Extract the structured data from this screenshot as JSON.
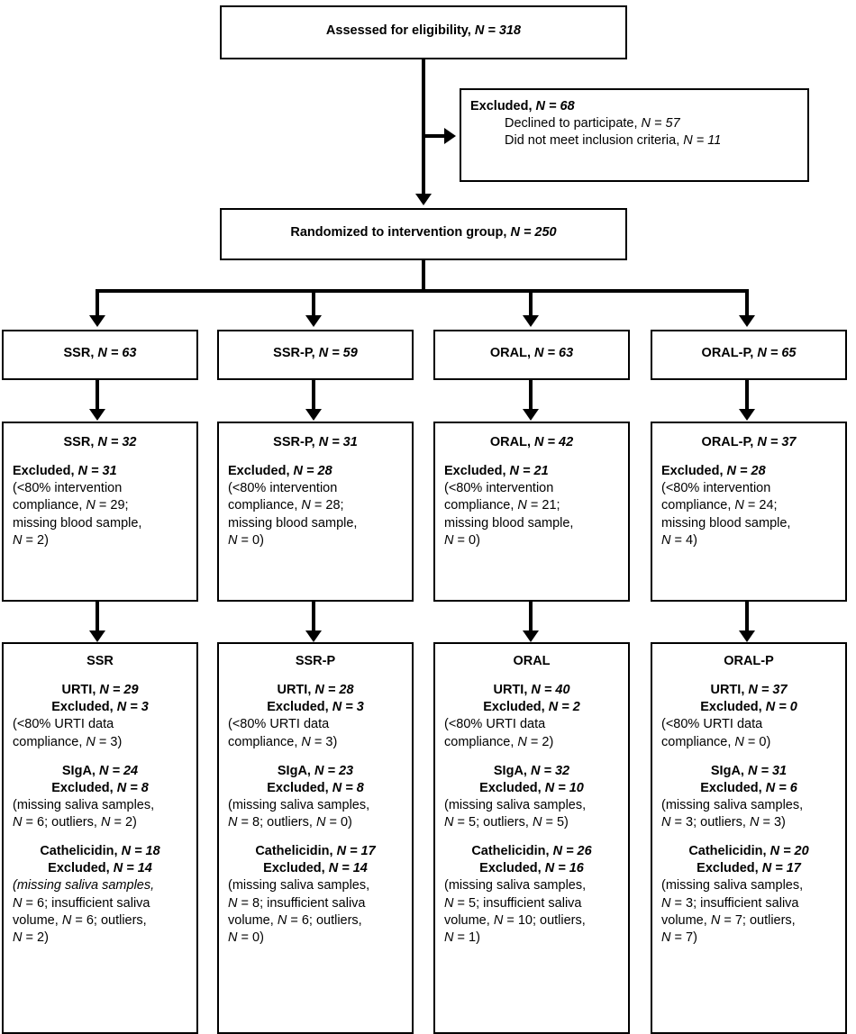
{
  "diagram": {
    "type": "consort-flow-diagram",
    "top": {
      "label": "Assessed for eligibility",
      "n": "N = 318"
    },
    "excluded_top": {
      "title": "Excluded",
      "title_n": "N = 68",
      "reasons": [
        {
          "label": "Declined to participate",
          "n": "N = 57"
        },
        {
          "label": "Did not meet inclusion criteria",
          "n": "N = 11"
        }
      ]
    },
    "randomized": {
      "label": "Randomized to intervention group",
      "n": "N = 250"
    },
    "groups_row1": [
      {
        "label": "SSR",
        "n": "N = 63"
      },
      {
        "label": "SSR-P",
        "n": "N = 59"
      },
      {
        "label": "ORAL",
        "n": "N = 63"
      },
      {
        "label": "ORAL-P",
        "n": "N = 65"
      }
    ],
    "groups_row2": [
      {
        "label": "SSR",
        "n": "N = 32",
        "excluded_title": "Excluded",
        "excluded_n": "N = 31",
        "detail_lines": [
          "(<80% intervention",
          "compliance, N = 29;",
          "missing blood sample,",
          "N = 2)"
        ]
      },
      {
        "label": "SSR-P",
        "n": "N = 31",
        "excluded_title": "Excluded",
        "excluded_n": "N = 28",
        "detail_lines": [
          "(<80% intervention",
          "compliance, N = 28;",
          "missing blood sample,",
          "N = 0)"
        ]
      },
      {
        "label": "ORAL",
        "n": "N = 42",
        "excluded_title": "Excluded",
        "excluded_n": "N = 21",
        "detail_lines": [
          "(<80% intervention",
          "compliance, N = 21;",
          "missing blood sample,",
          "N = 0)"
        ]
      },
      {
        "label": "ORAL-P",
        "n": "N = 37",
        "excluded_title": "Excluded",
        "excluded_n": "N = 28",
        "detail_lines": [
          "(<80% intervention",
          "compliance, N = 24;",
          "missing blood sample,",
          "N = 4)"
        ]
      }
    ],
    "groups_row3": [
      {
        "label": "SSR",
        "blocks": [
          {
            "title": "URTI",
            "title_n": "N = 29",
            "excluded_title": "Excluded",
            "excluded_n": "N = 3",
            "detail_lines": [
              "(<80% URTI data",
              "compliance, N = 3)"
            ]
          },
          {
            "title": "SIgA",
            "title_n": "N = 24",
            "excluded_title": "Excluded",
            "excluded_n": "N = 8",
            "detail_lines": [
              "(missing saliva samples,",
              "N = 6; outliers, N = 2)"
            ]
          },
          {
            "title": "Cathelicidin",
            "title_n": "N = 18",
            "excluded_title": "Excluded",
            "excluded_n": "N = 14",
            "detail_lines": [
              "(missing saliva samples,",
              "N = 6; insufficient saliva",
              "volume, N = 6; outliers,",
              "N = 2)"
            ]
          }
        ]
      },
      {
        "label": "SSR-P",
        "blocks": [
          {
            "title": "URTI",
            "title_n": "N = 28",
            "excluded_title": "Excluded",
            "excluded_n": "N = 3",
            "detail_lines": [
              "(<80% URTI data",
              "compliance, N = 3)"
            ]
          },
          {
            "title": "SIgA",
            "title_n": "N = 23",
            "excluded_title": "Excluded",
            "excluded_n": "N = 8",
            "detail_lines": [
              "(missing saliva samples,",
              "N = 8; outliers, N = 0)"
            ]
          },
          {
            "title": "Cathelicidin",
            "title_n": "N = 17",
            "excluded_title": "Excluded",
            "excluded_n": "N = 14",
            "detail_lines": [
              "(missing saliva samples,",
              "N = 8; insufficient saliva",
              "volume, N = 6; outliers,",
              "N = 0)"
            ]
          }
        ]
      },
      {
        "label": "ORAL",
        "blocks": [
          {
            "title": "URTI",
            "title_n": "N = 40",
            "excluded_title": "Excluded",
            "excluded_n": "N = 2",
            "detail_lines": [
              "(<80% URTI data",
              "compliance, N = 2)"
            ]
          },
          {
            "title": "SIgA",
            "title_n": "N = 32",
            "excluded_title": "Excluded",
            "excluded_n": "N = 10",
            "detail_lines": [
              "(missing saliva samples,",
              "N = 5; outliers, N = 5)"
            ]
          },
          {
            "title": "Cathelicidin",
            "title_n": "N = 26",
            "excluded_title": "Excluded",
            "excluded_n": "N = 16",
            "detail_lines": [
              "(missing saliva samples,",
              "N = 5; insufficient saliva",
              "volume, N = 10; outliers,",
              "N = 1)"
            ]
          }
        ]
      },
      {
        "label": "ORAL-P",
        "blocks": [
          {
            "title": "URTI",
            "title_n": "N = 37",
            "excluded_title": "Excluded",
            "excluded_n": "N = 0",
            "detail_lines": [
              "(<80% URTI data",
              "compliance, N = 0)"
            ]
          },
          {
            "title": "SIgA",
            "title_n": "N = 31",
            "excluded_title": "Excluded",
            "excluded_n": "N = 6",
            "detail_lines": [
              "(missing saliva samples,",
              "N = 3; outliers, N = 3)"
            ]
          },
          {
            "title": "Cathelicidin",
            "title_n": "N = 20",
            "excluded_title": "Excluded",
            "excluded_n": "N = 17",
            "detail_lines": [
              "(missing saliva samples,",
              "N = 3; insufficient saliva",
              "volume, N = 7; outliers,",
              "N = 7)"
            ]
          }
        ]
      }
    ]
  }
}
